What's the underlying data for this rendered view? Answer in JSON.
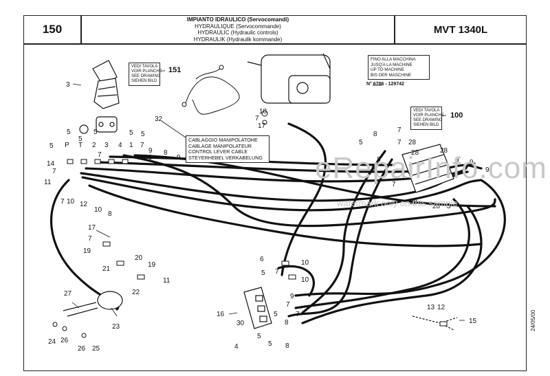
{
  "header": {
    "page_number": "150",
    "title_lines": [
      "IMPIANTO IDRAULICO (Servocomandi)",
      "HYDRAULIQUE (Servocommande)",
      "HYDRAULIC (Hydraulic controls)",
      "HYDRAULIK (Hydraulik kommande)"
    ],
    "model": "MVT 1340L"
  },
  "callouts": {
    "cable": [
      "CABLAGGIO MANIPOLATOHE",
      "CABLAGE MANIPOLATEUR",
      "CONTROL LEVER CABLE",
      "STEYERHEBEL VERKABELUNG"
    ],
    "ref_left": {
      "lines": [
        "VEDI TAVOLA",
        "VOIR PLANCHE",
        "SEE DRAWING",
        "SIEHEN BILD"
      ],
      "number": "151"
    },
    "ref_right": {
      "lines": [
        "VEDI TAVOLA",
        "VOIR PLANCHE",
        "SEE DRAWING",
        "SIEHEN BILD"
      ],
      "number": "100"
    },
    "up_to_machine": [
      "FINO ALLA MACCHINA",
      "JUSQ'A LA MACHINE",
      "UP TO MACHINE",
      "BIS DER MASCHINE"
    ],
    "serial_range": "N° 6786 - 129742"
  },
  "part_labels": [
    "3",
    "5",
    "5",
    "5",
    "5",
    "5",
    "5",
    "P",
    "T",
    "2",
    "3",
    "4",
    "1",
    "7",
    "7",
    "9",
    "7",
    "9",
    "8",
    "14",
    "7",
    "11",
    "7",
    "10",
    "12",
    "10",
    "8",
    "32",
    "9",
    "18",
    "7",
    "17",
    "8",
    "7",
    "28",
    "28",
    "7",
    "28",
    "9",
    "9",
    "9",
    "5",
    "7",
    "7",
    "8",
    "8",
    "28",
    "28",
    "5",
    "17",
    "7",
    "19",
    "20",
    "21",
    "19",
    "22",
    "11",
    "6",
    "10",
    "7",
    "10",
    "5",
    "27",
    "23",
    "24",
    "26",
    "26",
    "25",
    "16",
    "30",
    "4",
    "5",
    "5",
    "5",
    "8",
    "9",
    "7",
    "8",
    "7",
    "13",
    "12",
    "15"
  ],
  "watermark": {
    "main": "eRepairInfo.com",
    "sub": "watermark only on this sample"
  },
  "footer": {
    "date": "24/05/00"
  }
}
